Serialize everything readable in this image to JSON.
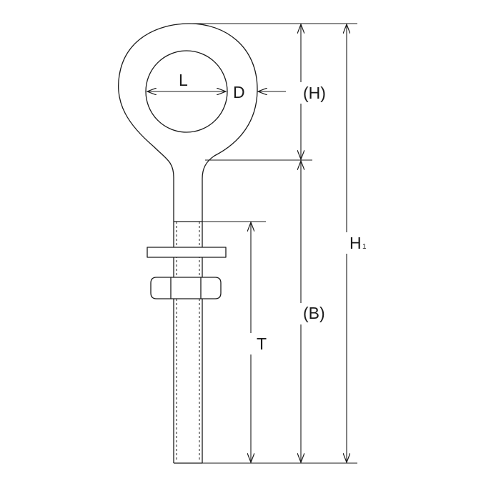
{
  "diagram": {
    "labels": {
      "inner_diameter": "L",
      "wire_diameter": "D",
      "eye_height": "(H)",
      "shank_length": "(B)",
      "thread_length": "T",
      "overall_height_main": "H",
      "overall_height_sub": "1"
    },
    "colors": {
      "line": "#1a1a1a",
      "background": "#ffffff"
    }
  }
}
